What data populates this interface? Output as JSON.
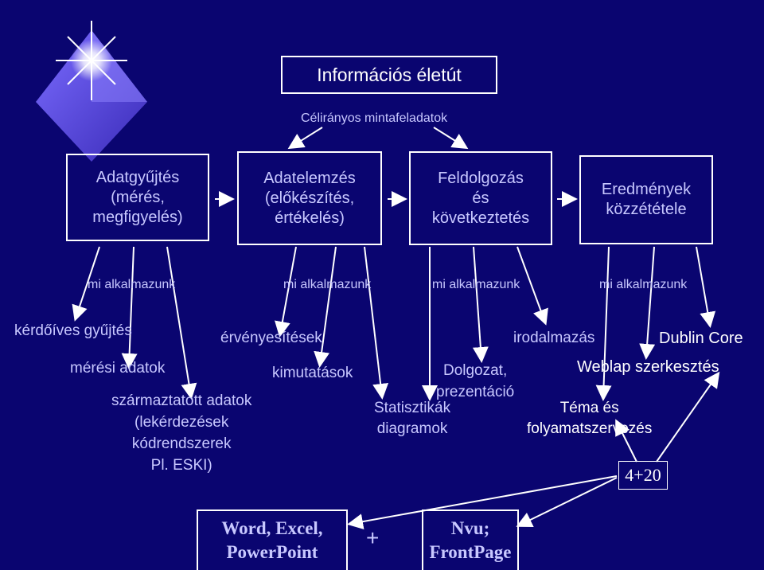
{
  "title": "Információs életút",
  "subtitle": "Célirányos mintafeladatok",
  "stages": [
    {
      "label": "Adatgyűjtés\n(mérés,\nmegfigyelés)"
    },
    {
      "label": "Adatelemzés\n(előkészítés,\nértékelés)"
    },
    {
      "label": "Feldolgozás\nés\nkövetkeztetés"
    },
    {
      "label": "Eredmények\nközzététele"
    }
  ],
  "apply_labels": [
    "mi alkalmazunk",
    "mi alkalmazunk",
    "mi alkalmazunk",
    "mi alkalmazunk"
  ],
  "items": {
    "survey": "kérdőíves gyűjtés",
    "measure": "mérési adatok",
    "derived": "származtatott adatok\n(lekérdezések\nkódrendszerek\nPl. ESKI)",
    "validation": "érvényesítések",
    "reports": "kimutatások",
    "stats": "Statisztikák\ndiagramok",
    "paper": "Dolgozat,\nprezentáció",
    "literature": "irodalmazás",
    "dublin": "Dublin Core",
    "web": "Weblap szerkesztés",
    "topic": "Téma és\nfolyamatszervezés",
    "count": "4+20"
  },
  "tools": {
    "office": "Word, Excel,\nPowerPoint",
    "plus": "+",
    "web": "Nvu;\nFrontPage"
  },
  "colors": {
    "background": "#0a0570",
    "text_light": "#c8c8ff",
    "text_white": "#ffffff"
  }
}
